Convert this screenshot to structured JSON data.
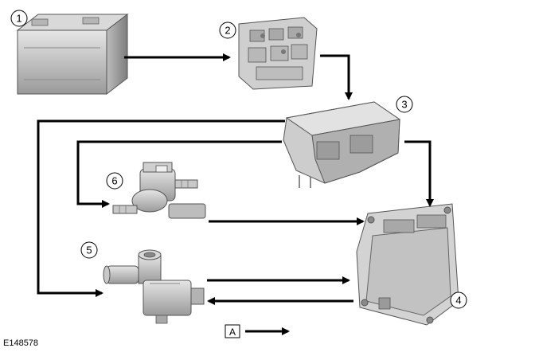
{
  "diagram": {
    "reference": "E148578",
    "legend_key": "A",
    "components": [
      {
        "callout": "1",
        "icon": "battery-icon"
      },
      {
        "callout": "2",
        "icon": "fuse-relay-box-icon"
      },
      {
        "callout": "3",
        "icon": "junction-box-icon"
      },
      {
        "callout": "4",
        "icon": "control-module-icon"
      },
      {
        "callout": "5",
        "icon": "coolant-valve-icon"
      },
      {
        "callout": "6",
        "icon": "solenoid-valve-icon"
      }
    ]
  }
}
